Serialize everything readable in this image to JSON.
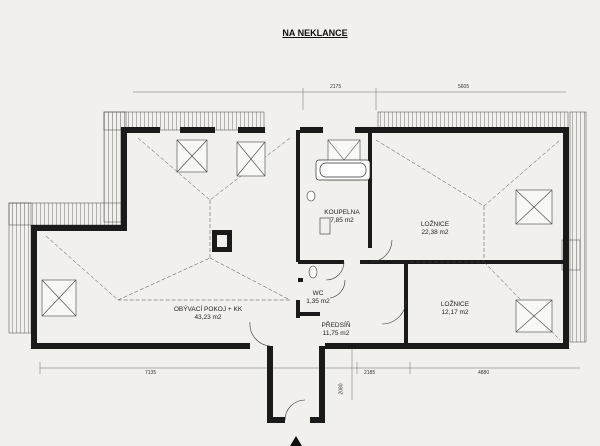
{
  "title": "NA NEKLANCE",
  "rooms": {
    "koupelna": {
      "name": "KOUPELNA",
      "area": "7,85 m2"
    },
    "loznice1": {
      "name": "LOŽNICE",
      "area": "22,38 m2"
    },
    "wc": {
      "name": "WC",
      "area": "1,35 m2"
    },
    "loznice2": {
      "name": "LOŽNICE",
      "area": "12,17 m2"
    },
    "obyvaci": {
      "name": "OBÝVACÍ POKOJ + KK",
      "area": "43,23 m2"
    },
    "predsin": {
      "name": "PŘEDSÍŇ",
      "area": "11,75 m2"
    }
  },
  "dimensions": {
    "top_mid": "2175",
    "top_right": "5605",
    "bottom_left": "7135",
    "bottom_mid": "2185",
    "bottom_right": "4880",
    "vertical": "2080"
  }
}
